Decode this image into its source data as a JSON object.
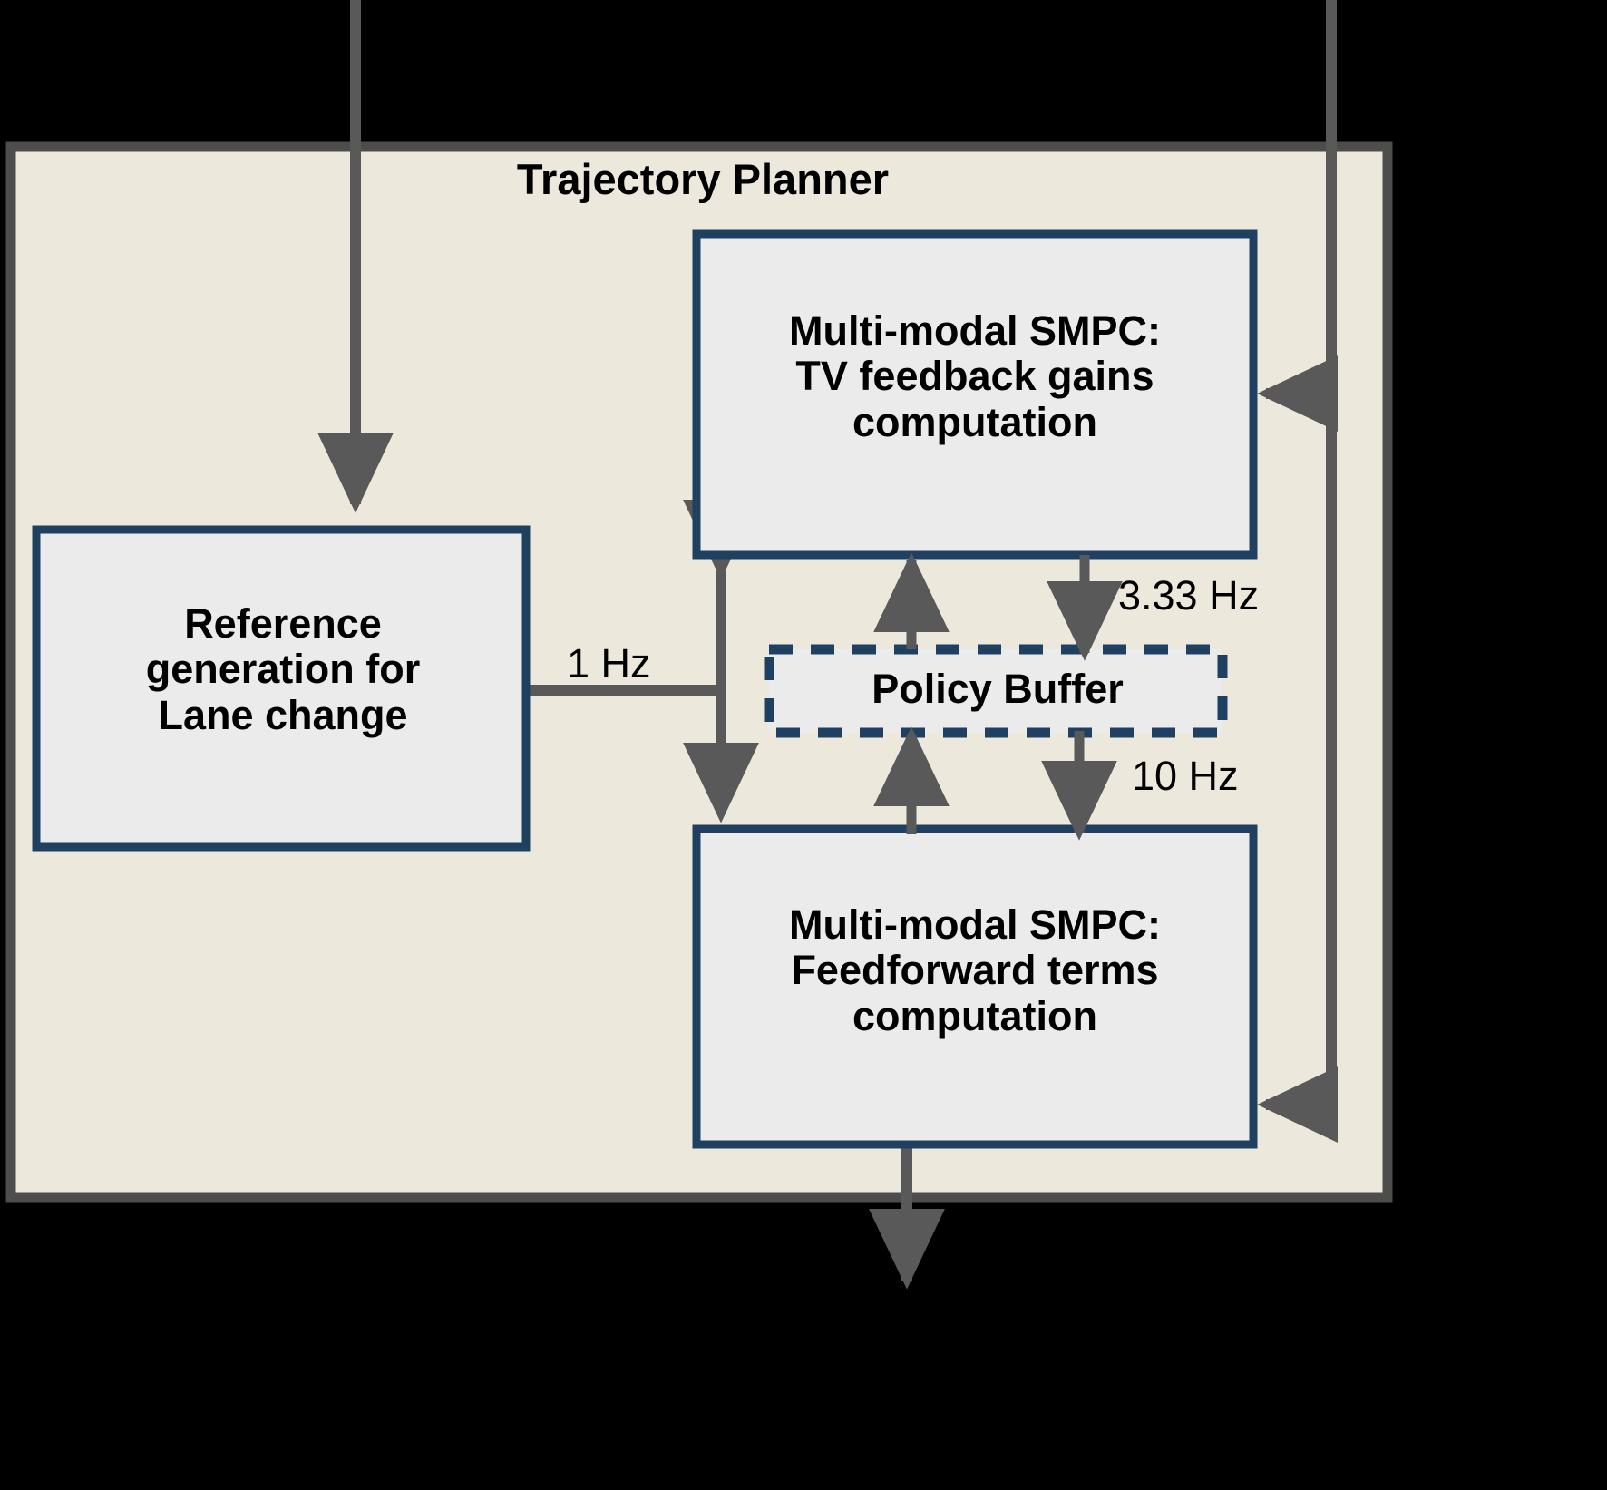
{
  "diagram": {
    "title": "Trajectory Planner",
    "background_color": "#000000",
    "container_fill": "#ece9dc",
    "container_stroke": "#4d4d4d",
    "node_fill": "#ebebeb",
    "node_stroke": "#1f4060",
    "arrow_color": "#595959",
    "text_color": "#000000"
  },
  "nodes": {
    "planner": {
      "label": "Trajectory Planner"
    },
    "reference_generation": {
      "label": "Reference\ngeneration for\nLane change"
    },
    "smpc_feedback": {
      "label": "Multi-modal SMPC:\nTV feedback gains\ncomputation"
    },
    "policy_buffer": {
      "label": "Policy Buffer",
      "style": "dashed"
    },
    "smpc_feedforward": {
      "label": "Multi-modal SMPC:\nFeedforward terms\ncomputation"
    }
  },
  "edge_labels": {
    "reference_rate": "1 Hz",
    "feedback_rate": "3.33 Hz",
    "feedforward_rate": "10 Hz"
  },
  "edges": [
    {
      "name": "external-input-to-reference-generation",
      "from": "top-boundary",
      "to": "reference_generation",
      "label": ""
    },
    {
      "name": "external-input-to-smpc-feedback",
      "from": "right-boundary",
      "to": "smpc_feedback",
      "label": ""
    },
    {
      "name": "external-input-to-smpc-feedforward",
      "from": "right-boundary",
      "to": "smpc_feedforward",
      "label": ""
    },
    {
      "name": "reference-to-smpc-bidirectional",
      "from": "reference_generation",
      "to": "smpc-column",
      "label": "1 Hz"
    },
    {
      "name": "smpc-feedback-to-policy-buffer",
      "from": "smpc_feedback",
      "to": "policy_buffer",
      "label": "3.33 Hz"
    },
    {
      "name": "policy-buffer-to-smpc-feedback",
      "from": "policy_buffer",
      "to": "smpc_feedback",
      "label": ""
    },
    {
      "name": "policy-buffer-to-smpc-feedforward",
      "from": "policy_buffer",
      "to": "smpc_feedforward",
      "label": "10 Hz"
    },
    {
      "name": "smpc-feedforward-to-policy-buffer",
      "from": "smpc_feedforward",
      "to": "policy_buffer",
      "label": ""
    },
    {
      "name": "smpc-feedforward-output",
      "from": "smpc_feedforward",
      "to": "bottom-boundary",
      "label": ""
    }
  ]
}
